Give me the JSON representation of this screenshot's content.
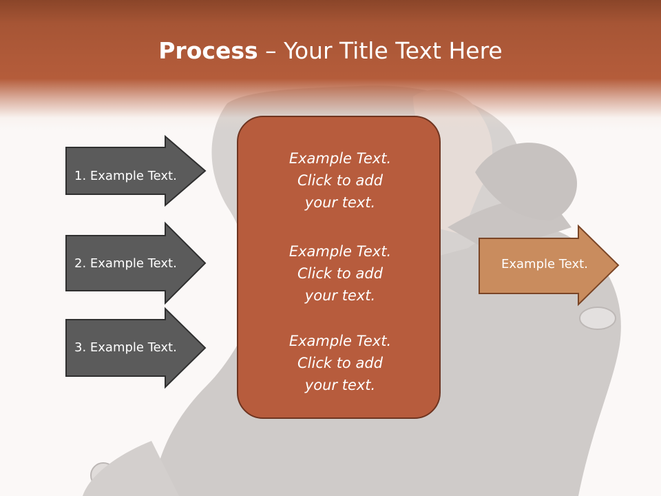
{
  "slide": {
    "title_bold": "Process",
    "title_rest": " – Your Title Text Here"
  },
  "left_arrows": [
    {
      "label": "1. Example Text."
    },
    {
      "label": "2. Example Text."
    },
    {
      "label": "3. Example Text."
    }
  ],
  "center_box": {
    "blocks": [
      {
        "line1": "Example Text.",
        "line2": "Click  to add",
        "line3": "your text."
      },
      {
        "line1": "Example Text.",
        "line2": "Click  to add",
        "line3": "your text."
      },
      {
        "line1": "Example Text.",
        "line2": "Click  to add",
        "line3": "your text."
      }
    ]
  },
  "right_arrow": {
    "label": "Example Text."
  },
  "colors": {
    "header": "#b05a39",
    "gray_arrow": "#5b5b5b",
    "center_box": "#b75c3d",
    "right_arrow": "#c98c5e"
  }
}
